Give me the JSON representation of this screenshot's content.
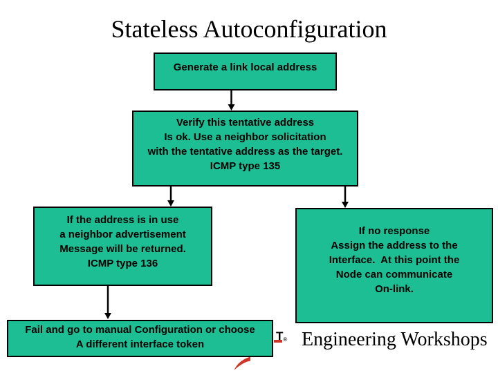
{
  "colors": {
    "background": "#ffffff",
    "box_fill": "#1ebe94",
    "box_outline": "#000000",
    "arrow": "#000000",
    "swoosh_red": "#cd3529",
    "text": "#000000"
  },
  "title": "Stateless Autoconfiguration",
  "flowchart": {
    "generate_box": {
      "lines": [
        "Generate a link local address"
      ]
    },
    "verify_box": {
      "lines": [
        "Verify this tentative address",
        "Is ok. Use a neighbor solicitation",
        "with the tentative address as the target.",
        "ICMP type 135"
      ]
    },
    "in_use_box": {
      "lines": [
        "If the address is in use",
        "a neighbor advertisement",
        "Message will be returned.",
        "ICMP type 136"
      ]
    },
    "no_response_box": {
      "lines": [
        "If no response",
        "Assign the address to the",
        "Interface.  At this point the",
        "Node can communicate",
        "On-link."
      ]
    },
    "fail_box": {
      "lines": [
        "Fail and go to manual Configuration or choose",
        "A different interface token"
      ]
    }
  },
  "footer": {
    "workshops_label": "Engineering Workshops",
    "logo_visible_text": "T",
    "logo_registered_mark": "®"
  }
}
